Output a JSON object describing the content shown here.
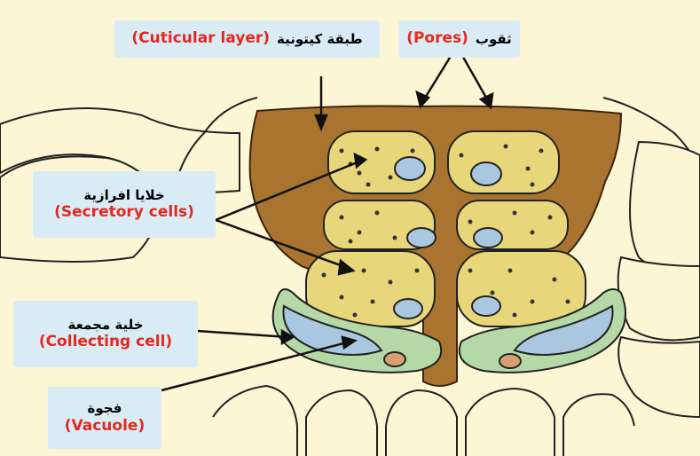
{
  "background_color": "#fdf6d4",
  "labels": {
    "cuticular": {
      "ar": "طبقة كيتونية",
      "en": "(Cuticular layer)"
    },
    "pores": {
      "ar": "ثقوب",
      "en": "(Pores)"
    },
    "secretory": {
      "ar": "خلايا افرازية",
      "en": "(Secretory cells)"
    },
    "collecting": {
      "ar": "خلية مجمعة",
      "en": "(Collecting cell)"
    },
    "vacuole": {
      "ar": "فجوة",
      "en": "(Vacuole)"
    }
  },
  "colors": {
    "cuticle": "#a8742f",
    "secretory_fill": "#e8d77a",
    "collecting_fill": "#b5d9a6",
    "vacuole_fill": "#a9c7df",
    "nucleus_fill": "#cfe3ef",
    "label_bg": "#d9ecf6",
    "label_en": "#e4281c"
  }
}
